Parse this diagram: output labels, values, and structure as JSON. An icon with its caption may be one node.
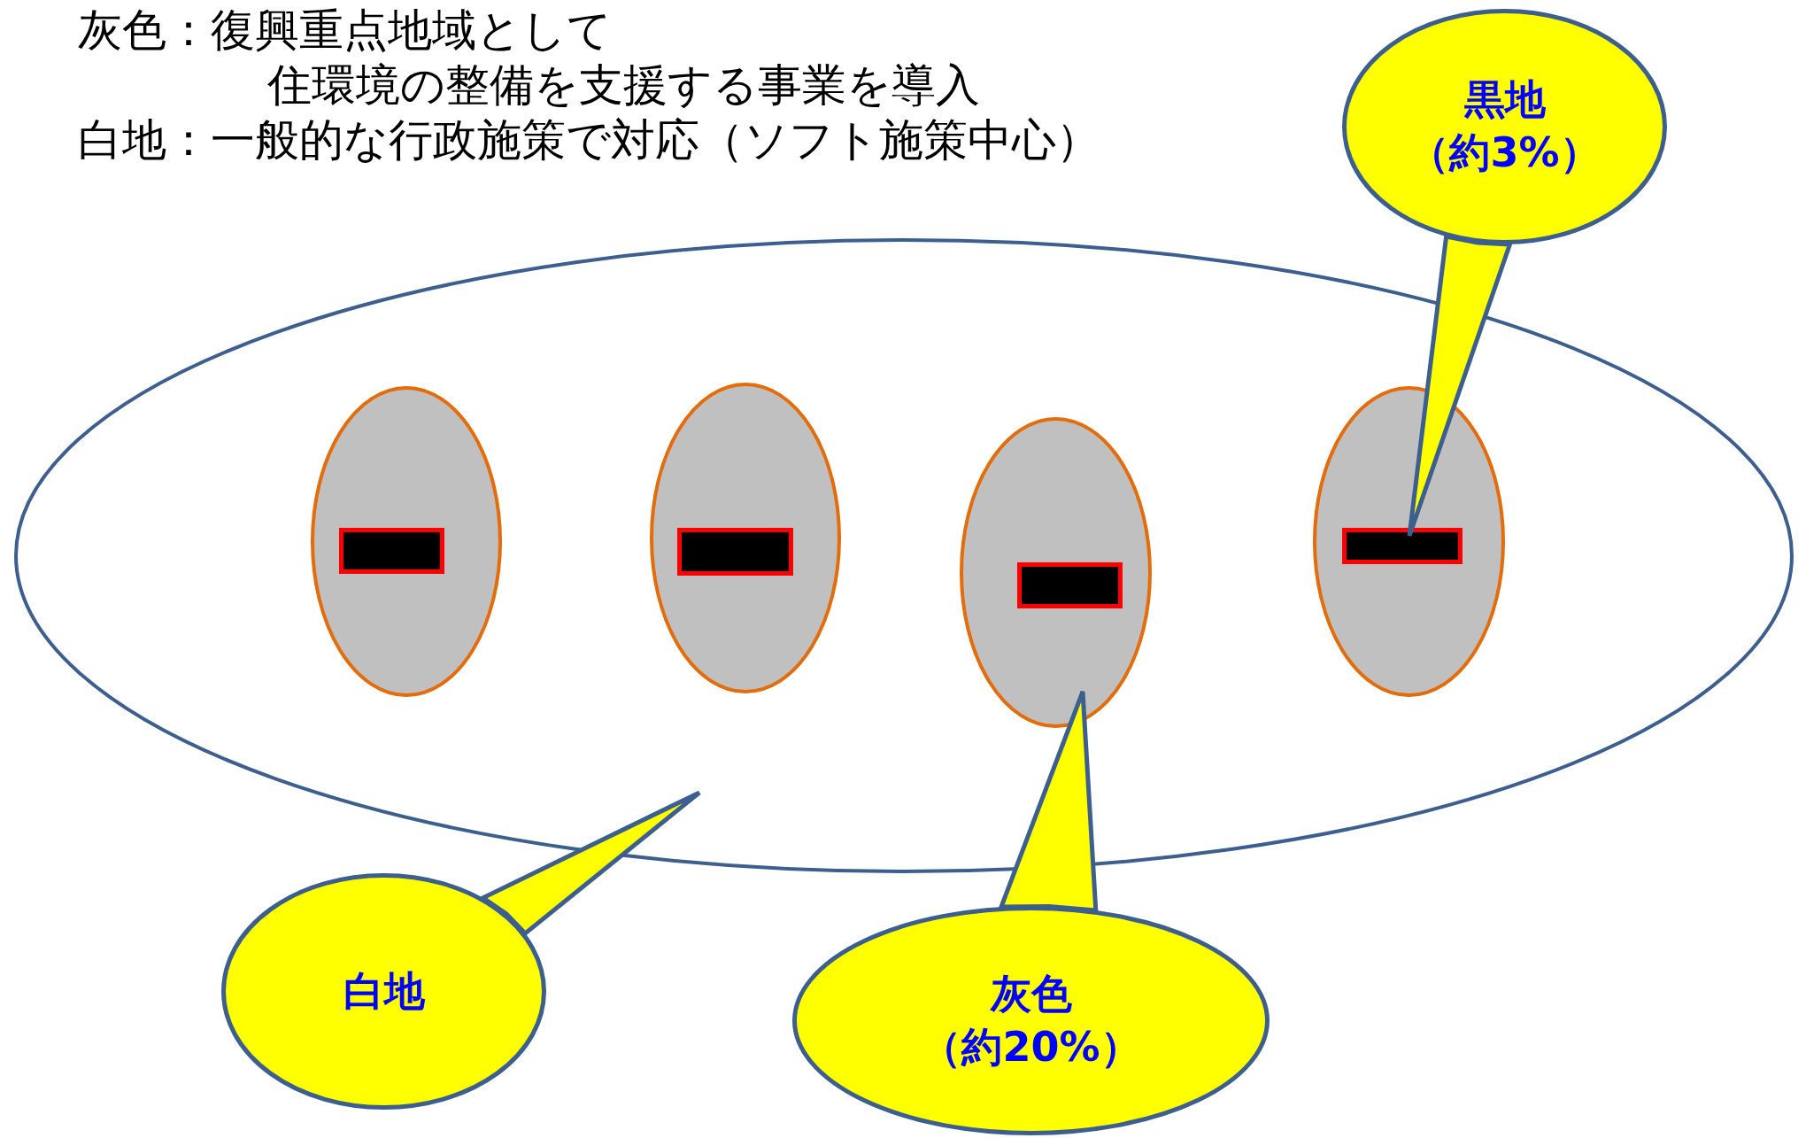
{
  "diagram": {
    "nodes": [
      {
        "text": [
          "黒地",
          "（約3%）"
        ]
      },
      {
        "text": [],
        "shape": "ellipse"
      },
      {
        "text": [],
        "shape": "ellipse",
        "in": 1
      },
      {
        "text": [],
        "shape": "box",
        "in": 2
      },
      {
        "text": [],
        "shape": "ellipse",
        "in": 1
      },
      {
        "text": [],
        "shape": "box",
        "in": 4
      },
      {
        "text": [],
        "shape": "ellipse",
        "in": 1
      },
      {
        "text": [],
        "shape": "box",
        "in": 6
      },
      {
        "text": [],
        "shape": "ellipse",
        "in": 1
      },
      {
        "text": [],
        "shape": "box",
        "in": 8
      },
      {
        "text": [
          "白地"
        ]
      },
      {
        "text": [
          "灰色",
          "（約20%）"
        ]
      }
    ],
    "edges": [
      {
        "from": 0,
        "to": 9,
        "arrow": "none"
      },
      {
        "from": 10,
        "to": 1,
        "arrow": "none"
      },
      {
        "from": 11,
        "to": 6,
        "arrow": "none"
      }
    ],
    "labels": [
      "灰色：復興重点地域として",
      "住環境の整備を支援する事業を導入",
      "白地：一般的な行政施策で対応（ソフト施策中心）"
    ]
  }
}
